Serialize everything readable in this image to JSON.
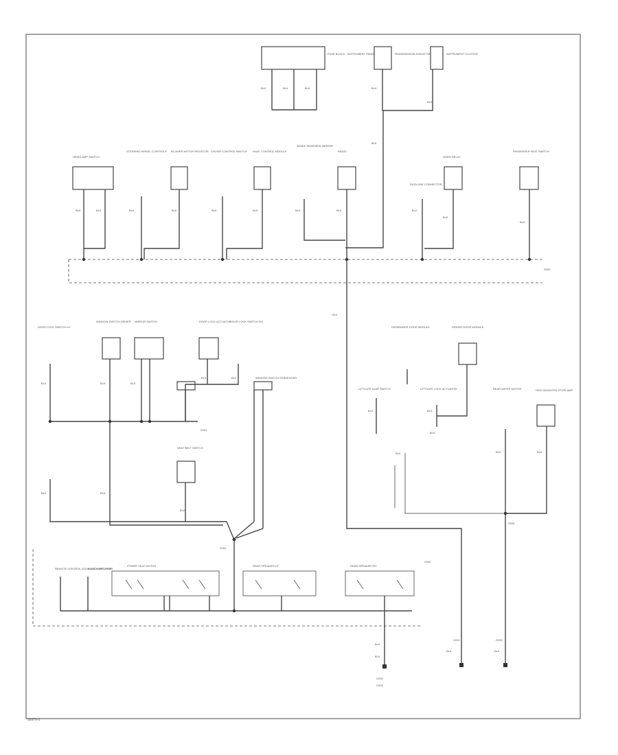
{
  "figure_id": "92876-2",
  "components": {
    "top": [
      "FUSE BLOCK - INSTRUMENT PANEL",
      "TRANSMISSION RANGE SWITCH",
      "INSTRUMENT CLUSTER"
    ],
    "row1": [
      "HEADLAMP SWITCH",
      "STEERING WHEEL CONTROLS",
      "BLOWER MOTOR RESISTOR",
      "CRUISE CONTROL SWITCH",
      "HVAC CONTROL MODULE",
      "INSIDE REARVIEW MIRROR",
      "RADIO",
      "DATA LINK CONNECTOR",
      "HORN RELAY",
      "PASSENGER SEAT SWITCH"
    ],
    "mid_left": [
      "DOOR LOCK SWITCH LH",
      "WINDOW SWITCH DRIVER",
      "MIRROR SWITCH",
      "DOOR LOCK ACTUATOR",
      "DOOR LOCK SWITCH RH",
      "WINDOW SWITCH PASSENGER",
      "SEAT BELT SWITCH"
    ],
    "mid_right": [
      "PASSENGER DOOR MODULE",
      "DRIVER DOOR MODULE",
      "LIFTGATE AJAR SWITCH",
      "LIFTGATE LOCK ACTUATOR",
      "REAR WIPER MOTOR",
      "HIGH MOUNTED STOPLAMP"
    ],
    "bottom": [
      "REMOTE CONTROL DOOR LOCK RECEIVER",
      "AUDIO AMPLIFIER",
      "POWER SEAT MOTOR",
      "REAR SPEAKER LH",
      "REAR SPEAKER RH"
    ]
  },
  "splices": [
    "S200",
    "S201",
    "S202",
    "S205",
    "S300"
  ],
  "grounds": [
    "G200",
    "G201",
    "G302",
    "G303"
  ],
  "wire_code": "BLK"
}
